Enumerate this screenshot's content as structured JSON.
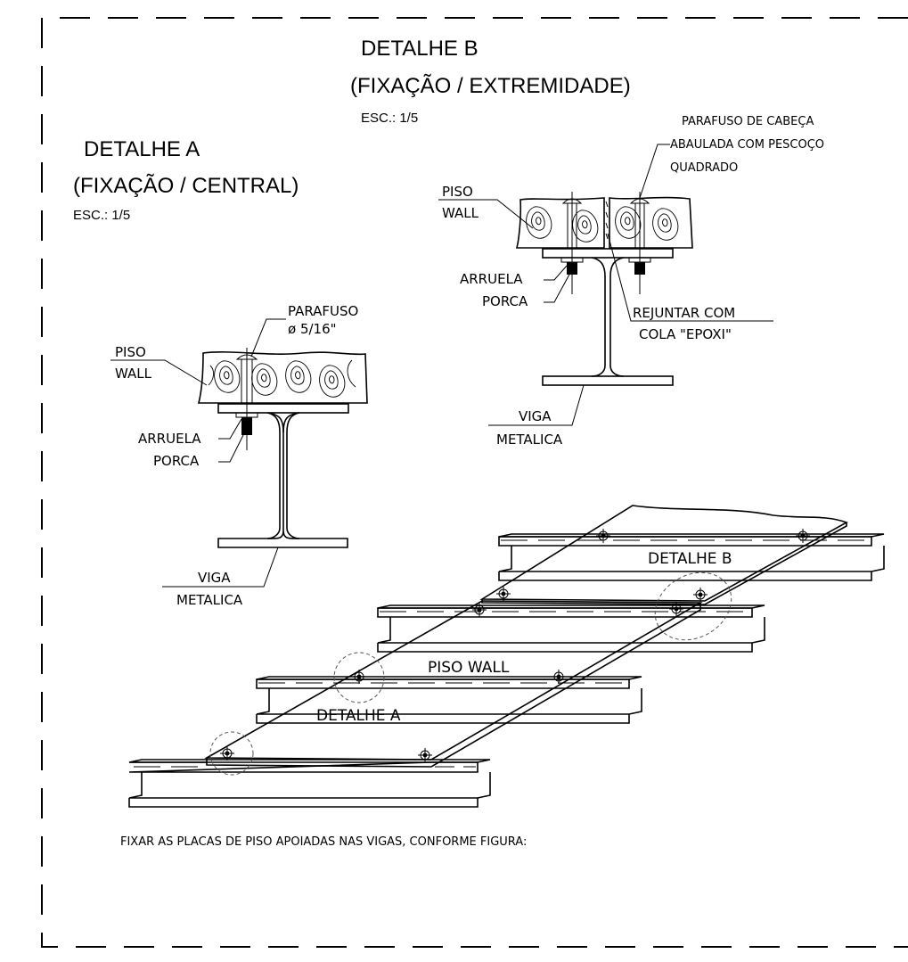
{
  "detalhe_a": {
    "title": "DETALHE A",
    "subtitle": "(FIXAÇÃO / CENTRAL)",
    "scale": "ESC.: 1/5",
    "labels": {
      "parafuso": "PARAFUSO",
      "diametro": "ø 5/16\"",
      "piso": "PISO",
      "wall": "WALL",
      "arruela": "ARRUELA",
      "porca": "PORCA",
      "viga": "VIGA",
      "metalica": "METALICA"
    }
  },
  "detalhe_b": {
    "title": "DETALHE B",
    "subtitle": "(FIXAÇÃO / EXTREMIDADE)",
    "scale": "ESC.: 1/5",
    "labels": {
      "parafuso_1": "PARAFUSO DE CABEÇA",
      "parafuso_2": "ABAULADA COM PESCOÇO",
      "parafuso_3": "QUADRADO",
      "piso": "PISO",
      "wall": "WALL",
      "arruela": "ARRUELA",
      "porca": "PORCA",
      "rejuntar_1": "REJUNTAR COM",
      "rejuntar_2": "COLA \"EPOXI\"",
      "viga": "VIGA",
      "metalica": "METALICA"
    }
  },
  "perspective": {
    "detalhe_b": "DETALHE B",
    "piso_wall": "PISO WALL",
    "detalhe_a": "DETALHE A"
  },
  "note": "FIXAR AS PLACAS DE PISO APOIADAS NAS VIGAS, CONFORME FIGURA:"
}
